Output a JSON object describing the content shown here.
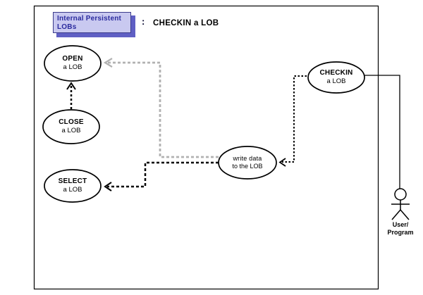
{
  "diagram": {
    "legend": {
      "line1": "Internal Persistent",
      "line2": "LOBs"
    },
    "title_separator": ":",
    "title": "CHECKIN a LOB",
    "use_cases": [
      {
        "id": "open",
        "line1": "OPEN",
        "line2": "a LOB"
      },
      {
        "id": "close",
        "line1": "CLOSE",
        "line2": "a LOB"
      },
      {
        "id": "select",
        "line1": "SELECT",
        "line2": "a LOB"
      },
      {
        "id": "write",
        "line1": "write data",
        "line2": "to the LOB"
      },
      {
        "id": "checkin",
        "line1": "CHECKIN",
        "line2": "a LOB"
      }
    ],
    "actor": {
      "label_line1": "User/",
      "label_line2": "Program"
    },
    "relationships": [
      {
        "from": "CLOSE a LOB",
        "to": "OPEN a LOB",
        "style": "dashed-black"
      },
      {
        "from": "write data to the LOB",
        "to": "OPEN a LOB",
        "style": "dashed-gray"
      },
      {
        "from": "write data to the LOB",
        "to": "SELECT a LOB",
        "style": "dashed-black"
      },
      {
        "from": "CHECKIN a LOB",
        "to": "write data to the LOB",
        "style": "dashed-black"
      },
      {
        "from": "CHECKIN a LOB",
        "to": "User/Program actor",
        "style": "solid"
      }
    ],
    "colors": {
      "legend_background": "#c9c9f0",
      "legend_shadow": "#5f5fc4",
      "legend_text": "#2b2b9e",
      "legend_border": "#3a3a8a",
      "gray_connector": "#b2b2b2",
      "black_connector": "#000000",
      "frame_border": "#000000"
    }
  }
}
